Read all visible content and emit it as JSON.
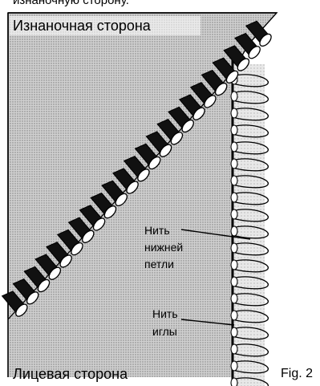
{
  "labels": {
    "top_cut_text": "изнаночную сторону.",
    "wrong_side": "Изнаночная сторона",
    "right_side": "Лицевая сторона",
    "looper_thread_line1": "Нить",
    "looper_thread_line2": "нижней",
    "looper_thread_line3": "петли",
    "needle_thread_line1": "Нить",
    "needle_thread_line2": "иглы",
    "figure": "Fig. 2"
  },
  "colors": {
    "background": "#ffffff",
    "fabric_fill": "#c9c9c9",
    "ink": "#000000"
  }
}
